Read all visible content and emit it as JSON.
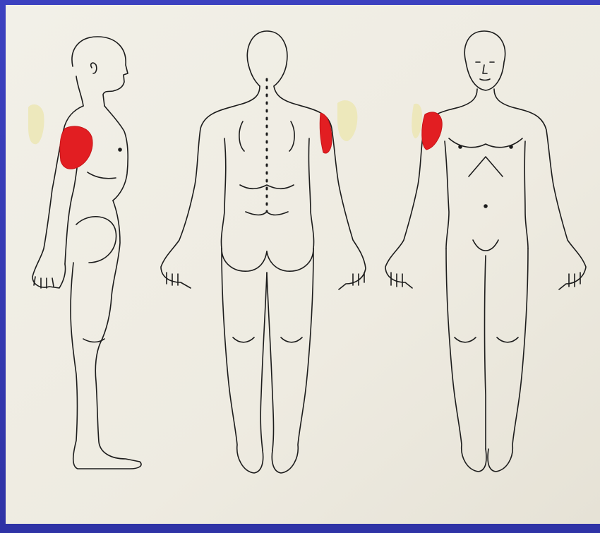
{
  "diagram": {
    "views": [
      "side",
      "back",
      "front"
    ],
    "highlight": "shoulder",
    "colors": {
      "slide_blue": "#3a3fb8",
      "paper": "#efece2",
      "outline": "#1c1c1c",
      "pain_red": "#e21e22",
      "marker_yellow": "#ece6b4"
    }
  }
}
